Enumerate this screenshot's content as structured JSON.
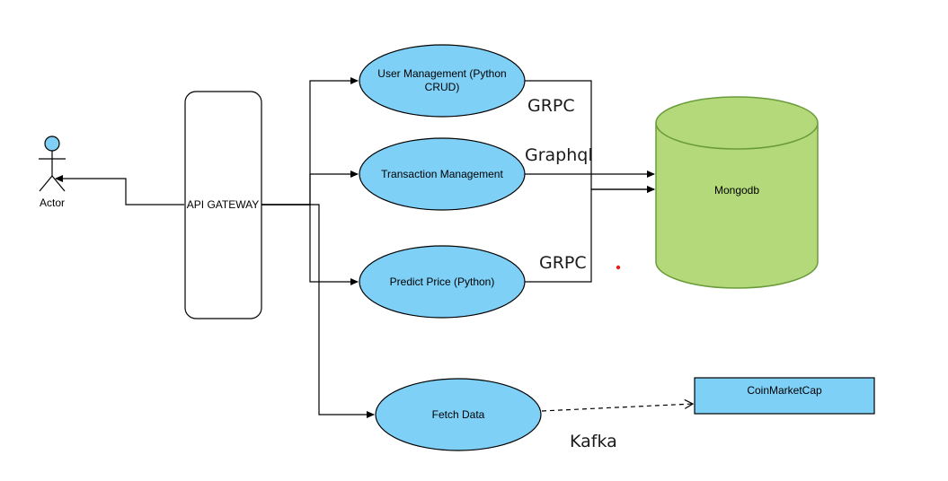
{
  "colors": {
    "service_fill": "#7ed0f6",
    "service_stroke": "#000000",
    "db_fill": "#b3d97a",
    "db_stroke": "#6a9b3a",
    "actor_fill": "#7ed0f6",
    "external_fill": "#7ed0f6",
    "marker_dot": "#e0201e"
  },
  "actor": {
    "label": "Actor"
  },
  "gateway": {
    "label": "API GATEWAY"
  },
  "services": {
    "user_management": {
      "line1": "User Management (Python",
      "line2": "CRUD)"
    },
    "transaction_management": {
      "label": "Transaction Management"
    },
    "predict_price": {
      "label": "Predict Price (Python)"
    },
    "fetch_data": {
      "label": "Fetch Data"
    }
  },
  "database": {
    "label": "Mongodb"
  },
  "external": {
    "label": "CoinMarketCap"
  },
  "edge_labels": {
    "user_to_db": "GRPC",
    "transaction_to_db": "Graphql",
    "predict_to_db": "GRPC",
    "fetch_to_external": "Kafka"
  }
}
